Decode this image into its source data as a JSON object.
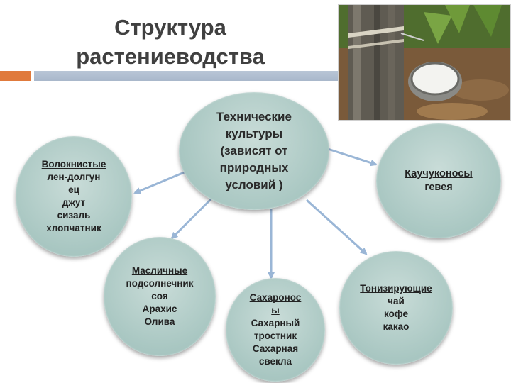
{
  "title": "Структура растениеводства",
  "center": {
    "head": "Технические культуры",
    "sub": "(зависят от природных условий )"
  },
  "nodes": [
    {
      "head": "Волокнистые",
      "items": [
        "лен-долгунец",
        "джут",
        "сизаль",
        "хлопчатник"
      ]
    },
    {
      "head": "Каучуконосы",
      "items": [
        "гевея"
      ]
    },
    {
      "head": "Масличные",
      "items": [
        "подсолнечник",
        "соя",
        "Арахис",
        "Олива"
      ]
    },
    {
      "head": "Сахароносы",
      "items": [
        "Сахарный тростник",
        "Сахарная свекла"
      ]
    },
    {
      "head": "Тонизирующие",
      "items": [
        "чай",
        "кофе",
        "какао"
      ]
    }
  ],
  "colors": {
    "node_fill": "#a9c7c2",
    "arrow": "#9ab6d6",
    "accent_orange": "#e07a3c",
    "accent_blue": "#a9b8cb",
    "title": "#404040"
  },
  "photo": {
    "icon": "rubber-tree-tapping-photo"
  }
}
